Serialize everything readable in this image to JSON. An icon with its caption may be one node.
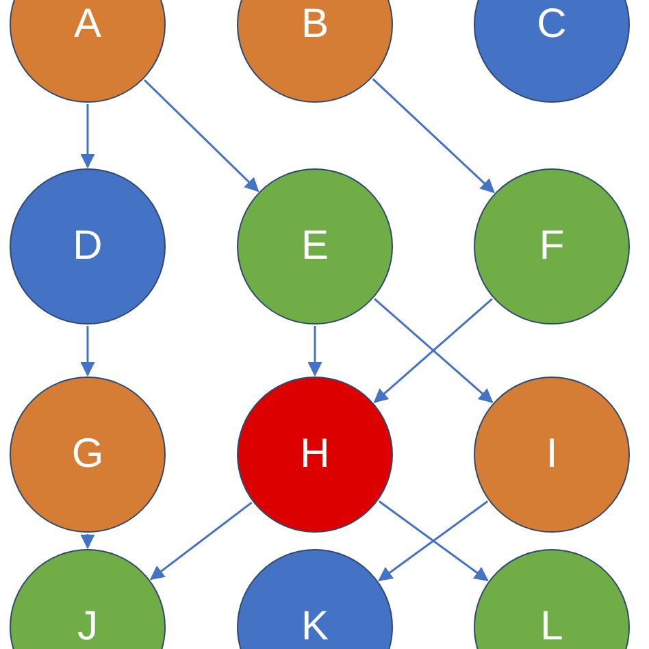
{
  "diagram": {
    "nodes": [
      {
        "text": [
          "A"
        ]
      },
      {
        "text": [
          "B"
        ]
      },
      {
        "text": [
          "C"
        ]
      },
      {
        "text": [
          "D"
        ]
      },
      {
        "text": [
          "E"
        ]
      },
      {
        "text": [
          "F"
        ]
      },
      {
        "text": [
          "G"
        ]
      },
      {
        "text": [
          "H"
        ]
      },
      {
        "text": [
          "I"
        ]
      },
      {
        "text": [
          "J"
        ]
      },
      {
        "text": [
          "K"
        ]
      },
      {
        "text": [
          "L"
        ]
      }
    ],
    "edges": [
      {
        "from": 0,
        "to": 3,
        "arrow": "to"
      },
      {
        "from": 0,
        "to": 4,
        "arrow": "to"
      },
      {
        "from": 1,
        "to": 5,
        "arrow": "to"
      },
      {
        "from": 3,
        "to": 6,
        "arrow": "to"
      },
      {
        "from": 4,
        "to": 7,
        "arrow": "to"
      },
      {
        "from": 4,
        "to": 8,
        "arrow": "to"
      },
      {
        "from": 5,
        "to": 7,
        "arrow": "to"
      },
      {
        "from": 6,
        "to": 9,
        "arrow": "to"
      },
      {
        "from": 7,
        "to": 9,
        "arrow": "to"
      },
      {
        "from": 7,
        "to": 11,
        "arrow": "to"
      },
      {
        "from": 8,
        "to": 10,
        "arrow": "to"
      }
    ]
  }
}
